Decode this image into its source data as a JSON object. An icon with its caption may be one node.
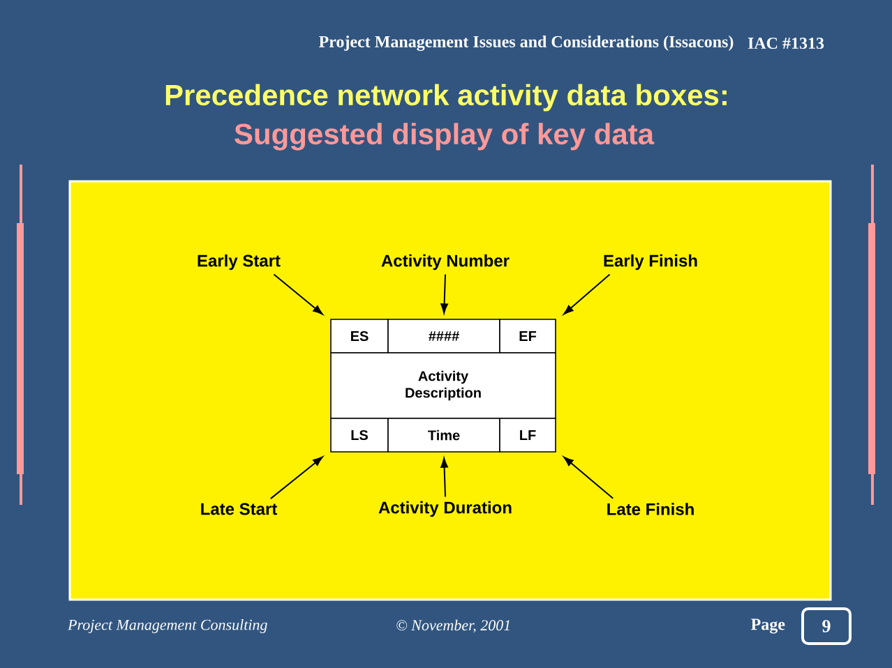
{
  "diagram": {
    "title": "Precedence network activity data boxes:",
    "nodes": [
      {
        "text": [
          "ES"
        ]
      },
      {
        "text": [
          "####"
        ]
      },
      {
        "text": [
          "EF"
        ]
      },
      {
        "text": [
          "Activity Description"
        ]
      },
      {
        "text": [
          "LS"
        ]
      },
      {
        "text": [
          "Time"
        ]
      },
      {
        "text": [
          "LF"
        ]
      },
      {
        "text": [
          "Early Start"
        ]
      },
      {
        "text": [
          "Activity Number"
        ]
      },
      {
        "text": [
          "Early Finish"
        ]
      },
      {
        "text": [
          "Late Start"
        ]
      },
      {
        "text": [
          "Activity Duration"
        ]
      },
      {
        "text": [
          "Late Finish"
        ]
      },
      {
        "text": [
          "9"
        ],
        "beside": [
          "Page"
        ]
      }
    ],
    "edges": [
      {
        "from": 7,
        "to": 0,
        "arrow": "to"
      },
      {
        "from": 8,
        "to": 1,
        "arrow": "to"
      },
      {
        "from": 9,
        "to": 2,
        "arrow": "to"
      },
      {
        "from": 10,
        "to": 4,
        "arrow": "to"
      },
      {
        "from": 11,
        "to": 5,
        "arrow": "to"
      },
      {
        "from": 12,
        "to": 6,
        "arrow": "to"
      }
    ],
    "labels": [
      "Project Management Issues and Considerations (Issacons)",
      "IAC #1313",
      "Suggested display of key data",
      "Project Management Consulting",
      "© November, 2001"
    ]
  }
}
